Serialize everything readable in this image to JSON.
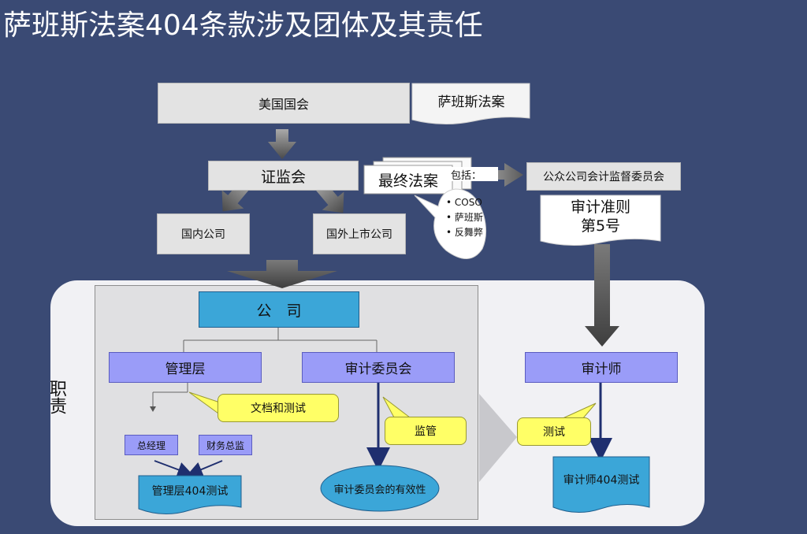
{
  "title": "萨班斯法案404条款涉及团体及其责任",
  "nodes": {
    "congress": "美国国会",
    "sox_act": "萨班斯法案",
    "sec": "证监会",
    "final_rule": "最终法案",
    "includes_label": "包括：",
    "includes_items": [
      "COSO",
      "萨班斯",
      "反舞弊"
    ],
    "pcaob": "公众公司会计监督委员会",
    "audit_standard": "审计准则\n第5号",
    "domestic": "国内公司",
    "foreign_listed": "国外上市公司",
    "company": "公　司",
    "management": "管理层",
    "audit_committee": "审计委员会",
    "auditor": "审计师",
    "doc_test": "文档和测试",
    "supervise": "监管",
    "test": "测试",
    "gm": "总经理",
    "cfo": "财务总监",
    "mgmt_404": "管理层404测试",
    "ac_effectiveness": "审计委员会的有效性",
    "auditor_404": "审计师404测试",
    "responsibility": "职责"
  }
}
